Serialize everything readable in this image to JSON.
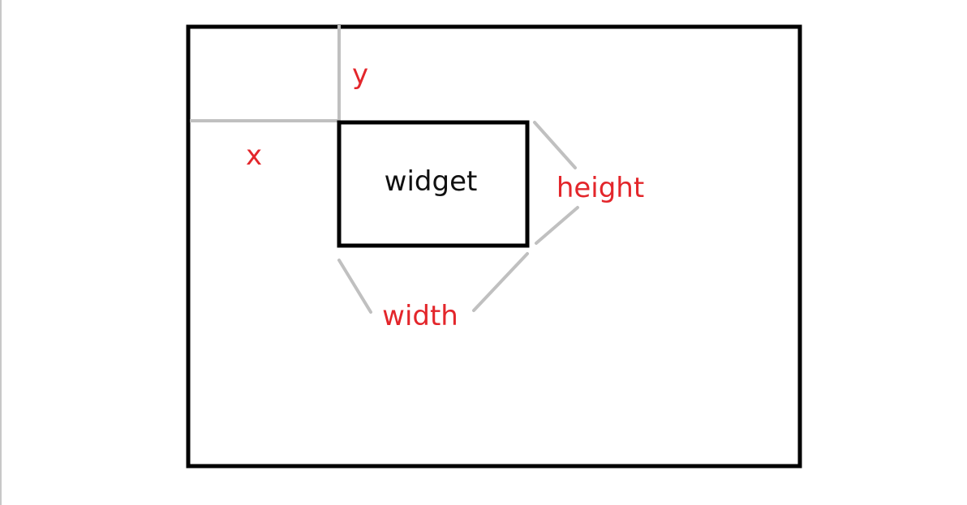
{
  "diagram": {
    "widget_label": "widget",
    "x_label": "x",
    "y_label": "y",
    "width_label": "width",
    "height_label": "height"
  },
  "colors": {
    "frame": "#000000",
    "guide": "#c0c0c0",
    "annotation": "#e3262b",
    "widget_text": "#111111",
    "background": "#ffffff"
  }
}
